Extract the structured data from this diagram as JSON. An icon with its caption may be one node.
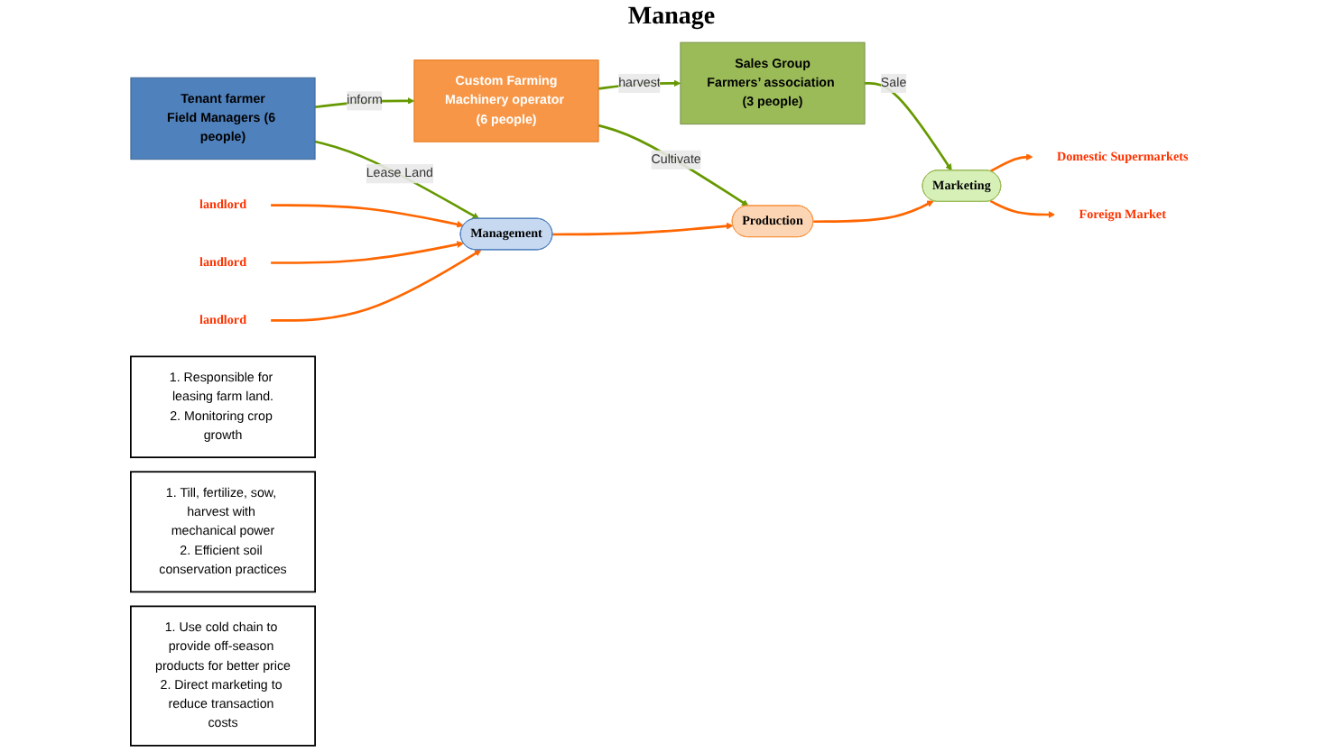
{
  "diagram": {
    "nodes": [
      {
        "text": [
          "Tenant farmer",
          "Field Managers (6 people)"
        ]
      },
      {
        "text": [
          "Custom Farming",
          "Machinery operator (6 people)"
        ]
      },
      {
        "text": [
          "Sales Group",
          "Farmers’ association (3 people)"
        ]
      },
      {
        "text": [
          "landlord"
        ]
      },
      {
        "text": [
          "landlord"
        ]
      },
      {
        "text": [
          "landlord"
        ]
      },
      {
        "text": [
          "Management"
        ]
      },
      {
        "text": [
          "Production"
        ]
      },
      {
        "text": [
          "Marketing"
        ]
      },
      {
        "text": [
          "Domestic Supermarkets"
        ]
      },
      {
        "text": [
          "Foreign Market"
        ]
      },
      {
        "text": [
          "1. Responsible for leasing farm land.",
          "2. Monitoring crop growth"
        ]
      },
      {
        "text": [
          "1. Till, fertilize, sow, harvest with mechanical power",
          "2. Efficient soil conservation practices"
        ]
      },
      {
        "text": [
          "1. Use cold chain to provide off-season products for better price",
          "2. Direct marketing to reduce transaction costs"
        ]
      }
    ],
    "edges": [
      {
        "from": 0,
        "to": 1,
        "arrow": "to",
        "label": "inform",
        "color": "#669900"
      },
      {
        "from": 1,
        "to": 2,
        "arrow": "to",
        "label": "harvest",
        "color": "#669900"
      },
      {
        "from": 0,
        "to": 6,
        "arrow": "to",
        "label": "Lease Land",
        "color": "#669900"
      },
      {
        "from": 1,
        "to": 7,
        "arrow": "to",
        "label": "Cultivate",
        "color": "#669900"
      },
      {
        "from": 2,
        "to": 8,
        "arrow": "to",
        "label": "Sale",
        "color": "#669900"
      },
      {
        "from": 3,
        "to": 6,
        "arrow": "to"
      },
      {
        "from": 4,
        "to": 6,
        "arrow": "to"
      },
      {
        "from": 5,
        "to": 6,
        "arrow": "to"
      },
      {
        "from": 6,
        "to": 7,
        "arrow": "to"
      },
      {
        "from": 7,
        "to": 8,
        "arrow": "to"
      },
      {
        "from": 8,
        "to": 9,
        "arrow": "to"
      },
      {
        "from": 8,
        "to": 10,
        "arrow": "to"
      }
    ],
    "labels": [
      "Manage"
    ]
  }
}
